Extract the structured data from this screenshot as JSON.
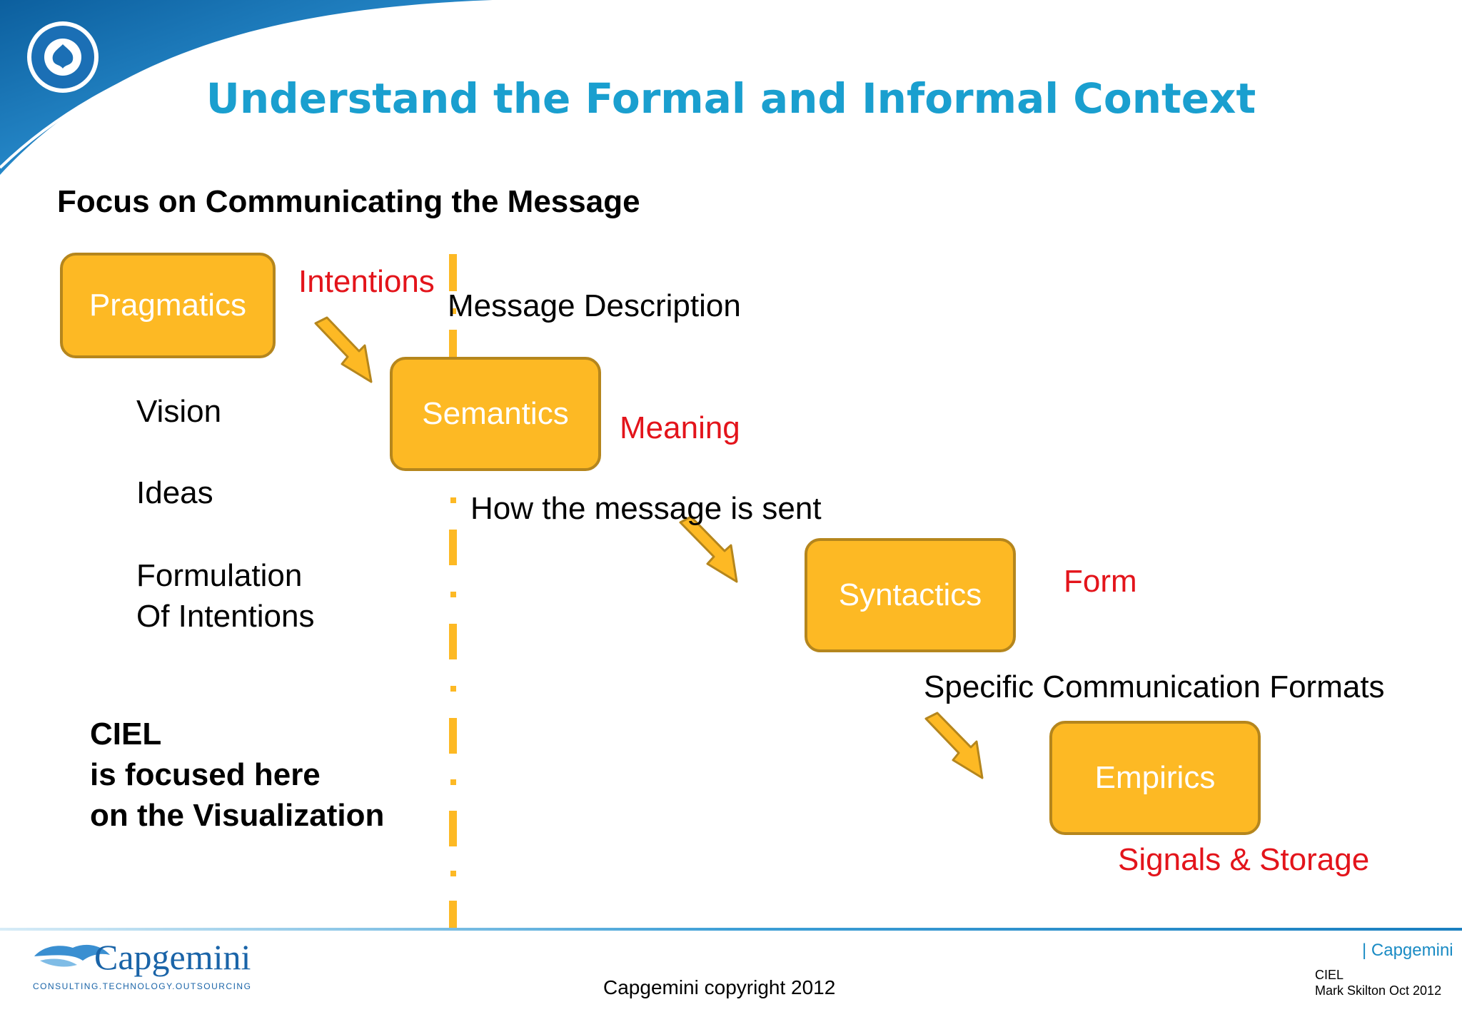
{
  "title": "Understand the Formal and Informal Context",
  "subtitle": "Focus on Communicating the Message",
  "boxes": {
    "pragmatics": "Pragmatics",
    "semantics": "Semantics",
    "syntactics": "Syntactics",
    "empirics": "Empirics"
  },
  "red_labels": {
    "intentions": "Intentions",
    "meaning": "Meaning",
    "form": "Form",
    "signals": "Signals & Storage"
  },
  "descriptions": {
    "message_description": "Message Description",
    "how_sent": "How the message is sent",
    "formats": "Specific Communication Formats"
  },
  "left_list": {
    "vision": "Vision",
    "ideas": "Ideas",
    "formulation_1": "Formulation",
    "formulation_2": "Of Intentions"
  },
  "ciel_note": {
    "line1": "CIEL",
    "line2": "is focused here",
    "line3": "on the Visualization"
  },
  "footer": {
    "logo_text": "Capgemini",
    "logo_tagline": "CONSULTING.TECHNOLOGY.OUTSOURCING",
    "copyright": "Capgemini  copyright 2012",
    "brand": "| Capgemini",
    "small1": "CIEL",
    "small2": "Mark Skilton  Oct 2012"
  },
  "colors": {
    "title": "#1a9fcf",
    "box_fill": "#fdb924",
    "box_border": "#b5861d",
    "red": "#e3141b",
    "divider": "#fdb924"
  },
  "icons": [
    "corner-swoosh-icon",
    "seal-logo-icon",
    "arrow-down-right-icon",
    "capgemini-logo-icon"
  ]
}
